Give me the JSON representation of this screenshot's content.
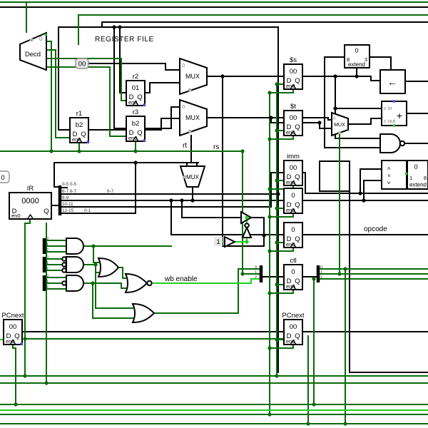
{
  "app": {
    "kind": "logic-circuit-editor-canvas"
  },
  "palette": {
    "canvas": "#ffffff",
    "wire_bus": "#000000",
    "wire_low": "#0a6b0a",
    "wire_high": "#21cf21",
    "label_gray": "#808080",
    "select_dot": "#b0b0b0",
    "clock_blue": "#5050ff",
    "pin_fill": "#e8e8e8"
  },
  "title": {
    "register_file": "REGISTER FILE"
  },
  "decoder": {
    "label": "Decd",
    "value": "0"
  },
  "pins": {
    "addr_input": {
      "value": "00"
    },
    "left_input": {
      "value": "0"
    },
    "const_one": {
      "value": "1"
    }
  },
  "register_common": {
    "d": "D",
    "q": "Q",
    "en": "en0"
  },
  "registers": [
    {
      "id": "r1",
      "label": "r1",
      "value": "b2"
    },
    {
      "id": "r2",
      "label": "r2",
      "value": "01"
    },
    {
      "id": "r3",
      "label": "r3",
      "value": "b2"
    },
    {
      "id": "ir",
      "label": "IR",
      "value": "0000"
    },
    {
      "id": "s",
      "label": "$s",
      "value": "00"
    },
    {
      "id": "t",
      "label": "$t",
      "value": "00"
    },
    {
      "id": "imm",
      "label": "imm",
      "value": "00"
    },
    {
      "id": "anon1",
      "label": "",
      "value": "0"
    },
    {
      "id": "opcode_reg",
      "label": "",
      "value": "0"
    },
    {
      "id": "ctl",
      "label": "ctl",
      "value": "0"
    },
    {
      "id": "pcnext_left",
      "label": "PCnext",
      "value": "00"
    },
    {
      "id": "pcnext_right",
      "label": "PCnext",
      "value": "00"
    }
  ],
  "muxes": {
    "label": "MUX",
    "input_zero": "0"
  },
  "labels": {
    "rt": "rt",
    "rs": "rs",
    "wb_enable": "wb enable",
    "opcode": "opcode"
  },
  "splitter_ir": {
    "rows": [
      "0-5 0-5",
      "6-7 6-7",
      "8-9",
      "10-11",
      "12-15"
    ],
    "wire_labels": [
      "6-7",
      "0-1"
    ]
  },
  "splitter_pins": [
    "0",
    "1",
    "2"
  ],
  "extender_top": {
    "value": "0",
    "in_width": "8",
    "out_width": "3",
    "label": "extend"
  },
  "extender_right": {
    "value": "0",
    "in_width": "1",
    "out_width": "8",
    "label": "extend"
  },
  "comparator": {
    "gt": ">",
    "eq": "=",
    "lt": "<"
  },
  "adder": {
    "c_in": "c in",
    "plus": "+",
    "c_out": "c out"
  },
  "shifter": {
    "arrow": "←"
  }
}
